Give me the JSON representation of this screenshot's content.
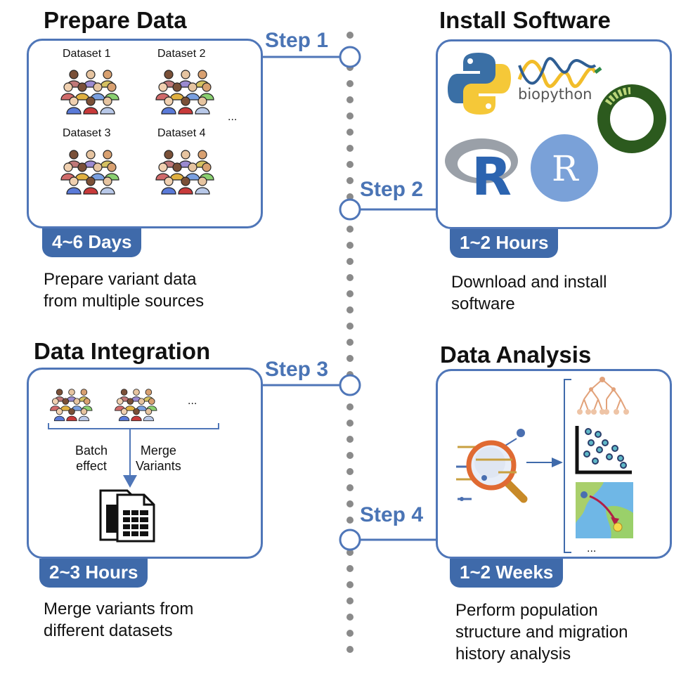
{
  "steps": [
    {
      "step_label": "Step 1",
      "title": "Prepare Data",
      "duration": "4~6 Days",
      "description": "Prepare variant data\nfrom multiple sources"
    },
    {
      "step_label": "Step 2",
      "title": "Install Software",
      "duration": "1~2 Hours",
      "description": "Download and install\nsoftware"
    },
    {
      "step_label": "Step 3",
      "title": "Data Integration",
      "duration": "2~3 Hours",
      "description": "Merge variants from\ndifferent datasets"
    },
    {
      "step_label": "Step 4",
      "title": "Data Analysis",
      "duration": "1~2 Weeks",
      "description": "Perform population\nstructure and migration\nhistory analysis"
    }
  ],
  "prepare": {
    "datasets": [
      "Dataset 1",
      "Dataset 2",
      "Dataset 3",
      "Dataset 4"
    ],
    "ellipsis": "..."
  },
  "software": {
    "biopython_label": "biopython",
    "r_letter": "R",
    "r_logo_letter": "R",
    "icons": [
      "python-logo-icon",
      "biopython-logo-icon",
      "circular-genome-logo-icon",
      "r-logo-icon",
      "rstudio-logo-icon"
    ]
  },
  "integration": {
    "ellipsis": "...",
    "batch_label": "Batch\neffect",
    "merge_label": "Merge\nVariants"
  },
  "analysis": {
    "ellipsis": "..."
  },
  "colors": {
    "accent": "#4f76b8",
    "badge": "#3f6aaa",
    "step_text": "#4a74b5",
    "dots": "#8a8a8a"
  }
}
